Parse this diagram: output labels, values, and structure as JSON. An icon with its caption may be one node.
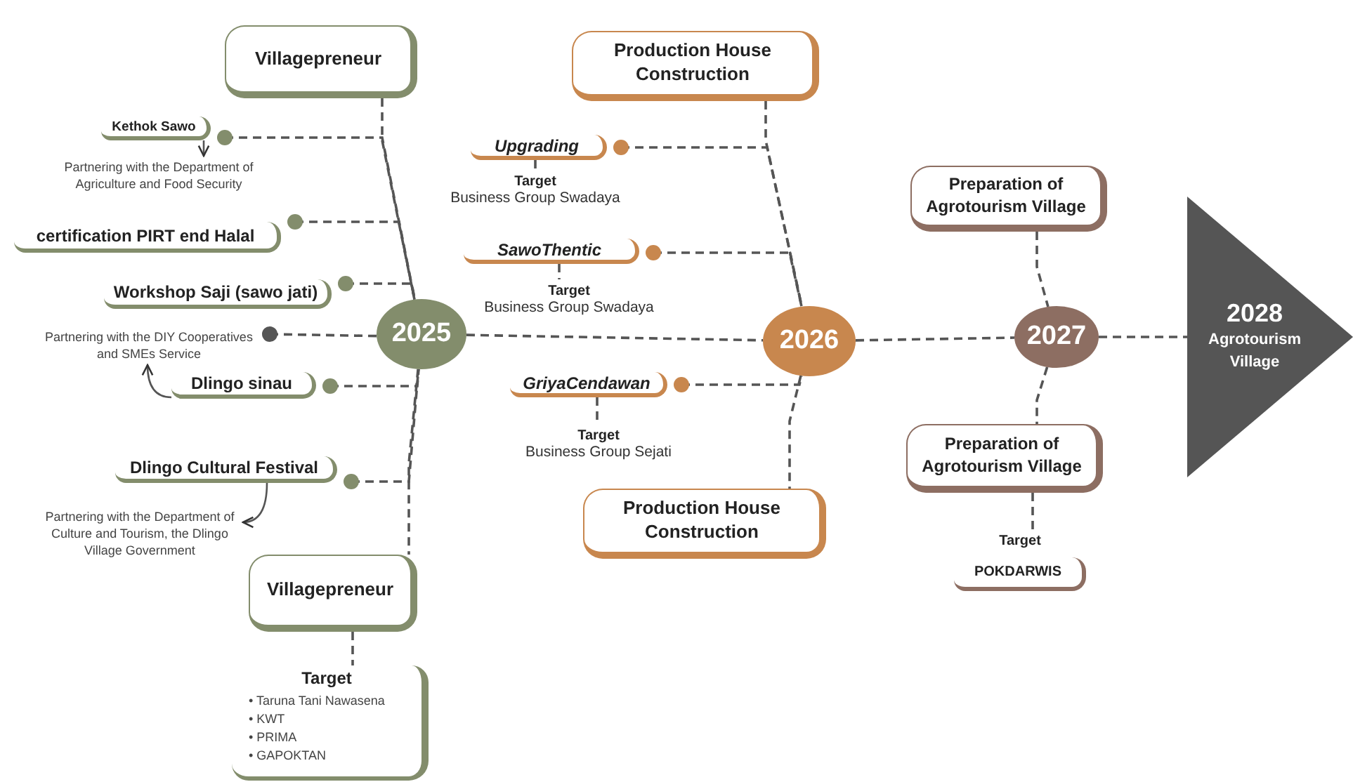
{
  "diagram": {
    "nodes": [
      {
        "text": [
          "Villagepreneur"
        ]
      },
      {
        "text": [
          "Kethok Sawo"
        ]
      },
      {
        "text": [
          "Partnering with the Department of Agriculture and Food Security"
        ]
      },
      {
        "text": [
          "certification PIRT end Halal"
        ]
      },
      {
        "text": [
          "Workshop Saji (sawo jati)"
        ]
      },
      {
        "text": [
          "Partnering with the DIY Cooperatives and SMEs Service"
        ]
      },
      {
        "text": [
          "2025"
        ]
      },
      {
        "text": [
          "Dlingo sinau"
        ]
      },
      {
        "text": [
          "Dlingo Cultural Festival"
        ]
      },
      {
        "text": [
          "Partnering with the Department of Culture and Tourism, the Dlingo Village Government"
        ]
      },
      {
        "text": [
          "Villagepreneur"
        ]
      },
      {
        "text": [
          "Target",
          "• Taruna Tani Nawasena",
          "• KWT",
          "• PRIMA",
          "• GAPOKTAN"
        ]
      },
      {
        "text": [
          "Production House Construction"
        ]
      },
      {
        "text": [
          "Upgrading"
        ]
      },
      {
        "text": [
          "Target",
          "Business Group Swadaya"
        ]
      },
      {
        "text": [
          "SawoThentic"
        ]
      },
      {
        "text": [
          "Target",
          "Business Group Swadaya"
        ]
      },
      {
        "text": [
          "2026"
        ]
      },
      {
        "text": [
          "GriyaCendawan"
        ]
      },
      {
        "text": [
          "Target",
          "Business Group Sejati"
        ]
      },
      {
        "text": [
          "Production House Construction"
        ]
      },
      {
        "text": [
          "Preparation of Agrotourism Village"
        ]
      },
      {
        "text": [
          "2027"
        ]
      },
      {
        "text": [
          "Preparation of Agrotourism Village"
        ]
      },
      {
        "text": [
          "Target",
          "POKDARWIS"
        ]
      },
      {
        "text": [
          "2028",
          "Agrotourism Village"
        ]
      }
    ],
    "edges": [
      {
        "from": 0,
        "to": 6,
        "arrow": "none",
        "style": "dashed"
      },
      {
        "from": 1,
        "to": 6,
        "arrow": "other",
        "style": "dashed"
      },
      {
        "from": 1,
        "to": 2,
        "arrow": "to"
      },
      {
        "from": 3,
        "to": 6,
        "arrow": "other",
        "style": "dashed"
      },
      {
        "from": 4,
        "to": 6,
        "arrow": "other",
        "style": "dashed"
      },
      {
        "from": 5,
        "to": 6,
        "arrow": "other",
        "style": "dashed"
      },
      {
        "from": 7,
        "to": 6,
        "arrow": "other",
        "style": "dashed"
      },
      {
        "from": 7,
        "to": 5,
        "arrow": "to"
      },
      {
        "from": 8,
        "to": 6,
        "arrow": "other",
        "style": "dashed"
      },
      {
        "from": 8,
        "to": 9,
        "arrow": "to"
      },
      {
        "from": 6,
        "to": 10,
        "arrow": "none",
        "style": "dashed"
      },
      {
        "from": 10,
        "to": 11,
        "arrow": "none",
        "style": "dashed"
      },
      {
        "from": 6,
        "to": 17,
        "arrow": "none",
        "style": "dashed"
      },
      {
        "from": 12,
        "to": 17,
        "arrow": "none",
        "style": "dashed"
      },
      {
        "from": 13,
        "to": 17,
        "arrow": "other",
        "style": "dashed"
      },
      {
        "from": 13,
        "to": 14,
        "arrow": "none",
        "style": "dashed"
      },
      {
        "from": 15,
        "to": 17,
        "arrow": "other",
        "style": "dashed"
      },
      {
        "from": 15,
        "to": 16,
        "arrow": "none",
        "style": "dashed"
      },
      {
        "from": 17,
        "to": 20,
        "arrow": "none",
        "style": "dashed"
      },
      {
        "from": 18,
        "to": 17,
        "arrow": "other",
        "style": "dashed"
      },
      {
        "from": 18,
        "to": 19,
        "arrow": "none",
        "style": "dashed"
      },
      {
        "from": 17,
        "to": 22,
        "arrow": "none",
        "style": "dashed"
      },
      {
        "from": 21,
        "to": 22,
        "arrow": "none",
        "style": "dashed"
      },
      {
        "from": 22,
        "to": 23,
        "arrow": "none",
        "style": "dashed"
      },
      {
        "from": 23,
        "to": 24,
        "arrow": "none",
        "style": "dashed"
      },
      {
        "from": 22,
        "to": 25,
        "arrow": "none",
        "style": "dashed"
      }
    ]
  }
}
